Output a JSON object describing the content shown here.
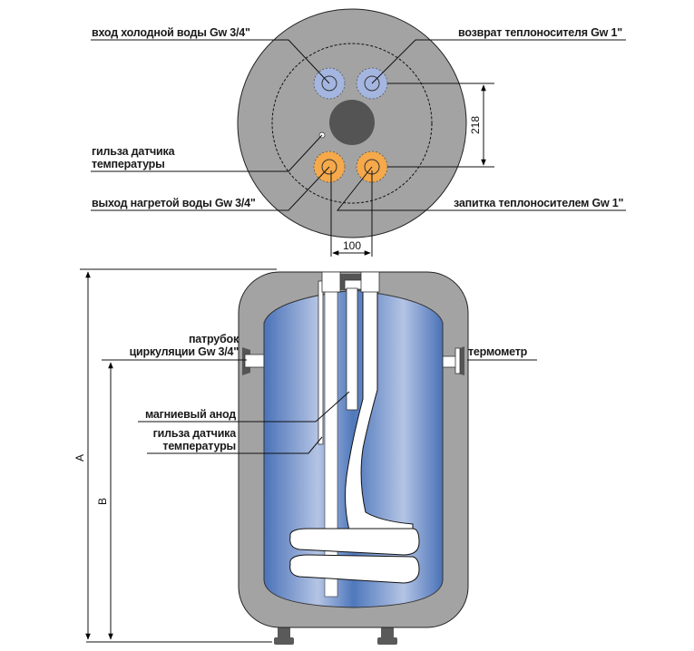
{
  "title": "Бойлер косвенного нагрева — схема подключения",
  "top_view": {
    "labels": {
      "cold_in": "вход холодной воды Gw 3/4\"",
      "return": "возврат теплоносителя Gw 1\"",
      "sensor_sleeve_l1": "гильза датчика",
      "sensor_sleeve_l2": "температуры",
      "hot_out": "выход нагретой воды Gw 3/4\"",
      "supply": "запитка теплоносителем Gw 1\""
    },
    "dimensions": {
      "vertical": "218",
      "horizontal": "100"
    },
    "colors": {
      "body": "#a3a3a3",
      "cold_port": "#a4b6e0",
      "hot_port": "#f5a94a",
      "center_flange": "#545454"
    }
  },
  "side_view": {
    "labels": {
      "circulation_l1": "патрубок",
      "circulation_l2": "циркуляции Gw 3/4\"",
      "thermometer": "термометр",
      "anode": "магниевый анод",
      "sensor_sleeve_l1": "гильза датчика",
      "sensor_sleeve_l2": "температуры"
    },
    "dimensions": {
      "overall": "A",
      "lower": "B"
    },
    "colors": {
      "insulation": "#a3a3a3",
      "tank_dark": "#4a72b8",
      "tank_light": "#b4c4e4",
      "coil": "#ffffff",
      "legs": "#5a5a5a"
    }
  }
}
